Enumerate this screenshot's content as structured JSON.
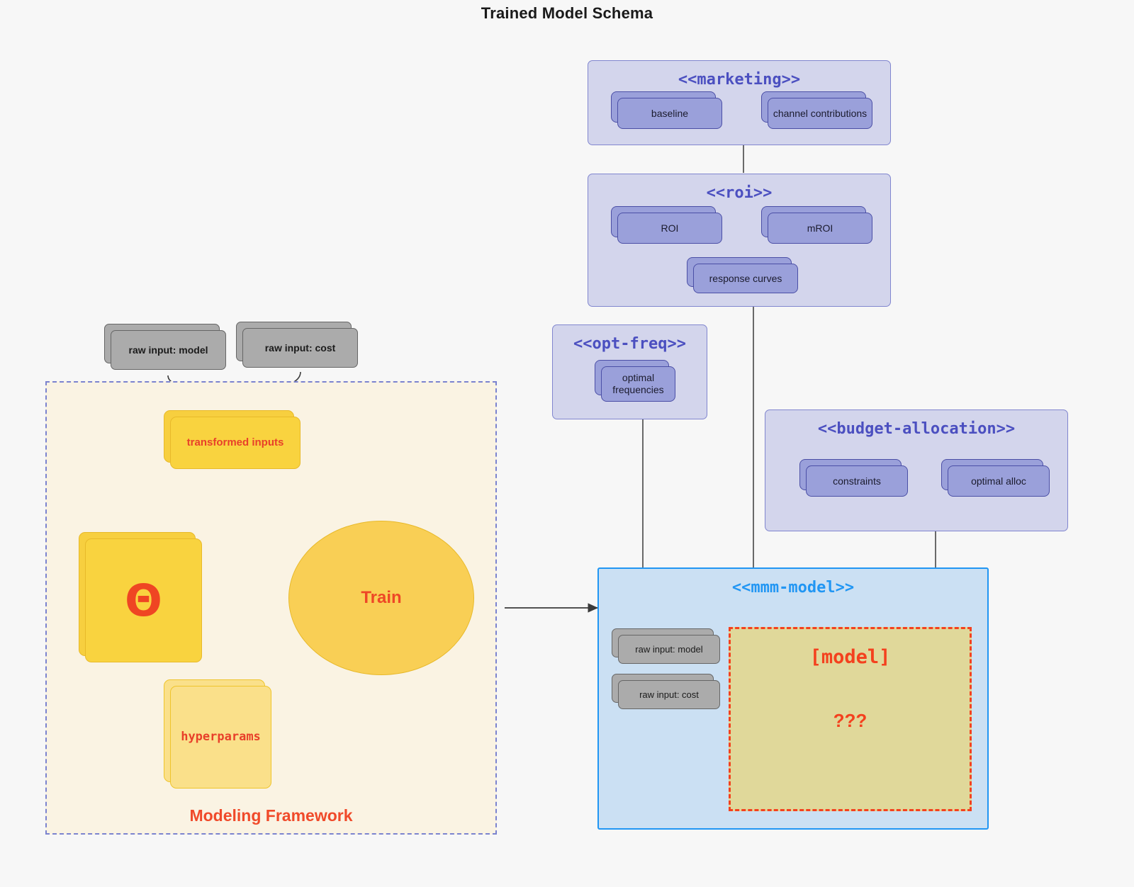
{
  "title": "Trained Model Schema",
  "packages": {
    "marketing": {
      "title": "<<marketing>>",
      "nodes": [
        {
          "label": "baseline"
        },
        {
          "label": "channel contributions"
        }
      ]
    },
    "roi": {
      "title": "<<roi>>",
      "nodes": [
        {
          "label": "ROI"
        },
        {
          "label": "mROI"
        },
        {
          "label": "response curves"
        }
      ]
    },
    "opt_freq": {
      "title": "<<opt-freq>>",
      "nodes": [
        {
          "label": "optimal frequencies"
        }
      ]
    },
    "budget_allocation": {
      "title": "<<budget-allocation>>",
      "nodes": [
        {
          "label": "constraints"
        },
        {
          "label": "optimal alloc"
        }
      ]
    },
    "mmm_model": {
      "title": "<<mmm-model>>",
      "nodes": [
        {
          "label": "raw input: model"
        },
        {
          "label": "raw input: cost"
        }
      ],
      "model_region": {
        "title": "[model]",
        "unknown": "???"
      }
    }
  },
  "framework": {
    "label": "Modeling Framework",
    "raw_inputs": [
      {
        "label": "raw input: model"
      },
      {
        "label": "raw input: cost"
      }
    ],
    "transformed_inputs": {
      "label": "transformed inputs"
    },
    "theta": {
      "label": "Θ"
    },
    "hyperparams": {
      "label": "hyperparams"
    },
    "train": {
      "label": "Train"
    }
  },
  "colors": {
    "background": "#f7f7f7",
    "package_fill": "#d3d5ec",
    "package_border": "#8186cf",
    "package_title": "#4b4fc0",
    "class_fill": "#9aa0da",
    "class_border": "#4b4fa6",
    "gray_fill": "#ababab",
    "gray_border": "#666666",
    "mmm_fill": "#cbe0f3",
    "mmm_border": "#2196f3",
    "model_region_fill": "#e0d89a",
    "model_region_border": "#f4411e",
    "frame_fill": "#faf3e3",
    "frame_border": "#7b83cf",
    "yellow_fill": "#f9d33f",
    "yellow_pale_fill": "#fae08a",
    "yellow_border": "#e8b92a",
    "accent_red": "#f0421f",
    "train_fill": "#f9cf55"
  }
}
